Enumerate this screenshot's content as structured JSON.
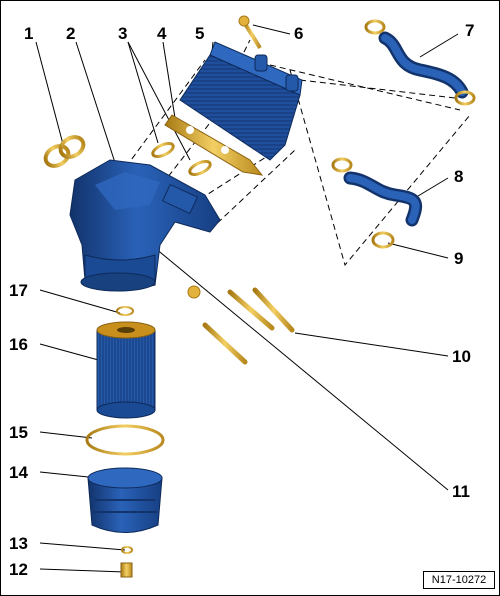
{
  "diagram": {
    "reference": "N17-10272",
    "callouts": [
      "1",
      "2",
      "3",
      "4",
      "5",
      "6",
      "7",
      "8",
      "9",
      "10",
      "11",
      "12",
      "13",
      "14",
      "15",
      "16",
      "17"
    ],
    "colors": {
      "part_blue": "#1e4d9a",
      "part_blue_dark": "#12336b",
      "brass": "#e2b23c",
      "brass_dark": "#a87a14",
      "leader": "#000000"
    }
  }
}
